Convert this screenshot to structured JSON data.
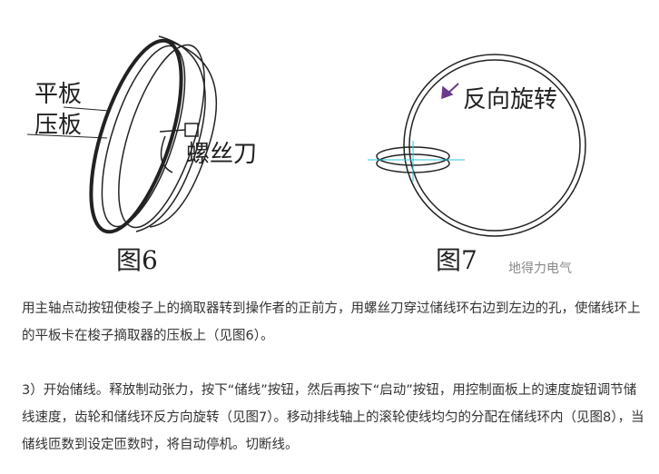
{
  "figure6": {
    "label_top": "平板",
    "label_bottom": "压板",
    "label_tool": "螺丝刀",
    "caption": "图6"
  },
  "figure7": {
    "label_rotation": "反向旋转",
    "caption": "图7"
  },
  "watermark": "地得力电气",
  "paragraphs": [
    "用主轴点动按钮使梭子上的摘取器转到操作者的正前方，用螺丝刀穿过储线环右边到左边的孔，使储线环上的平板卡在梭子摘取器的压板上（见图6）。",
    "3）开始储线。释放制动张力，按下“储线”按钮，然后再按下“启动”按钮，用控制面板上的速度旋钮调节储线速度，齿轮和储线环反方向旋转（见图7）。移动排线轴上的滚轮使线均匀的分配在储线环内（见图8），当储线匝数到设定匝数时，将自动停机。切断线。"
  ]
}
